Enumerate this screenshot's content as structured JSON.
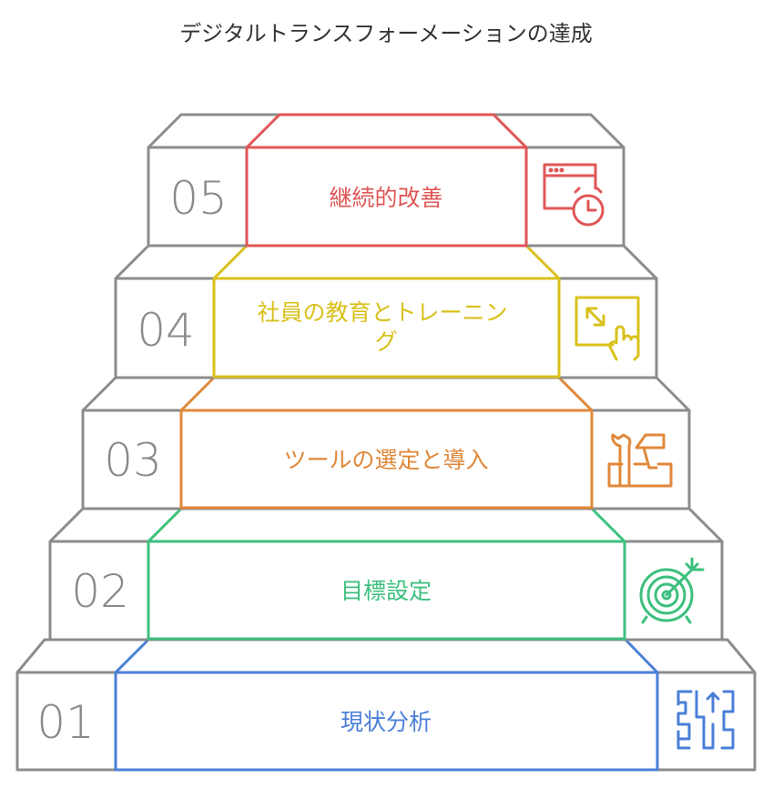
{
  "title": "デジタルトランスフォーメーションの達成",
  "steps": [
    {
      "number": "01",
      "label_lines": [
        "現状分析"
      ],
      "color": "#4a7fd8",
      "icon": "workflow-icon"
    },
    {
      "number": "02",
      "label_lines": [
        "目標設定"
      ],
      "color": "#3dbf7e",
      "icon": "target-icon"
    },
    {
      "number": "03",
      "label_lines": [
        "ツールの選定と導入"
      ],
      "color": "#e0883a",
      "icon": "toolbox-icon"
    },
    {
      "number": "04",
      "label_lines": [
        "社員の教育とトレーニン",
        "グ"
      ],
      "color": "#d9c11b",
      "icon": "touch-expand-icon"
    },
    {
      "number": "05",
      "label_lines": [
        "継続的改善"
      ],
      "color": "#e05656",
      "icon": "schedule-window-icon"
    }
  ],
  "outline_color": "#8c8c8c"
}
